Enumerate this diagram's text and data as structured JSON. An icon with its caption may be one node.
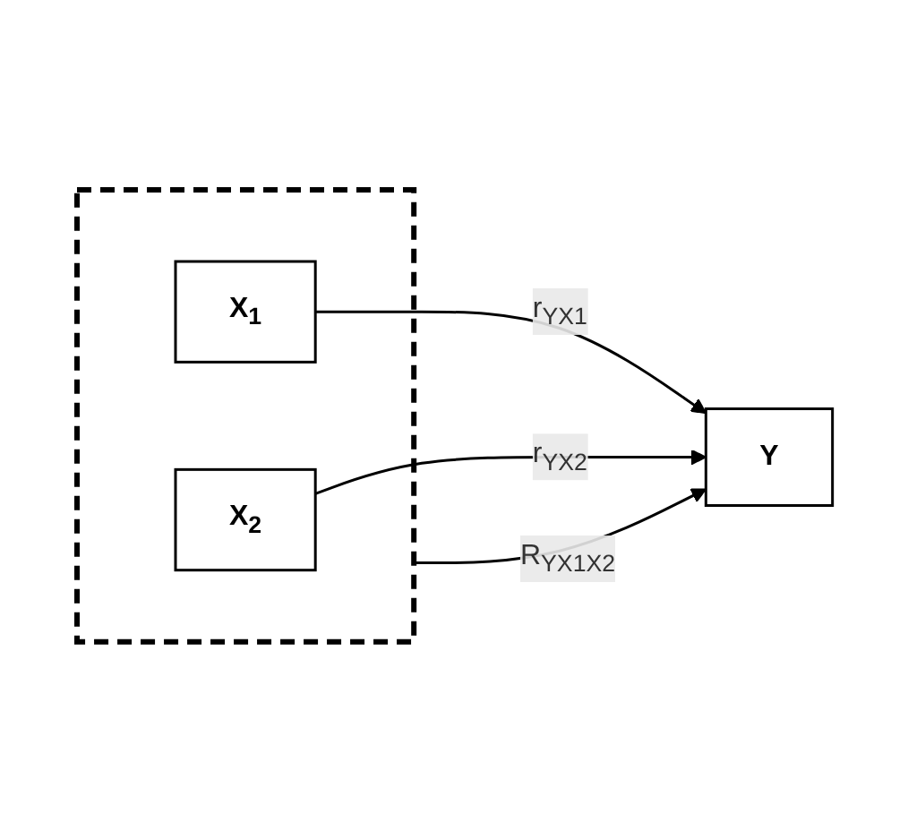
{
  "diagram": {
    "nodes": [
      {
        "text": [],
        "shape": "box"
      },
      {
        "text": [
          "X$_{1}$"
        ],
        "in": 0
      },
      {
        "text": [
          "X$_{2}$"
        ],
        "in": 0
      },
      {
        "text": [
          "Y"
        ]
      }
    ],
    "edges": [
      {
        "from": 1,
        "to": 3,
        "arrow": "to",
        "label": "r$_{YX1}$"
      },
      {
        "from": 2,
        "to": 3,
        "arrow": "to",
        "label": "r$_{YX2}$"
      },
      {
        "from": 0,
        "to": 3,
        "arrow": "to",
        "label": "R$_{YX1X2}$"
      }
    ]
  }
}
